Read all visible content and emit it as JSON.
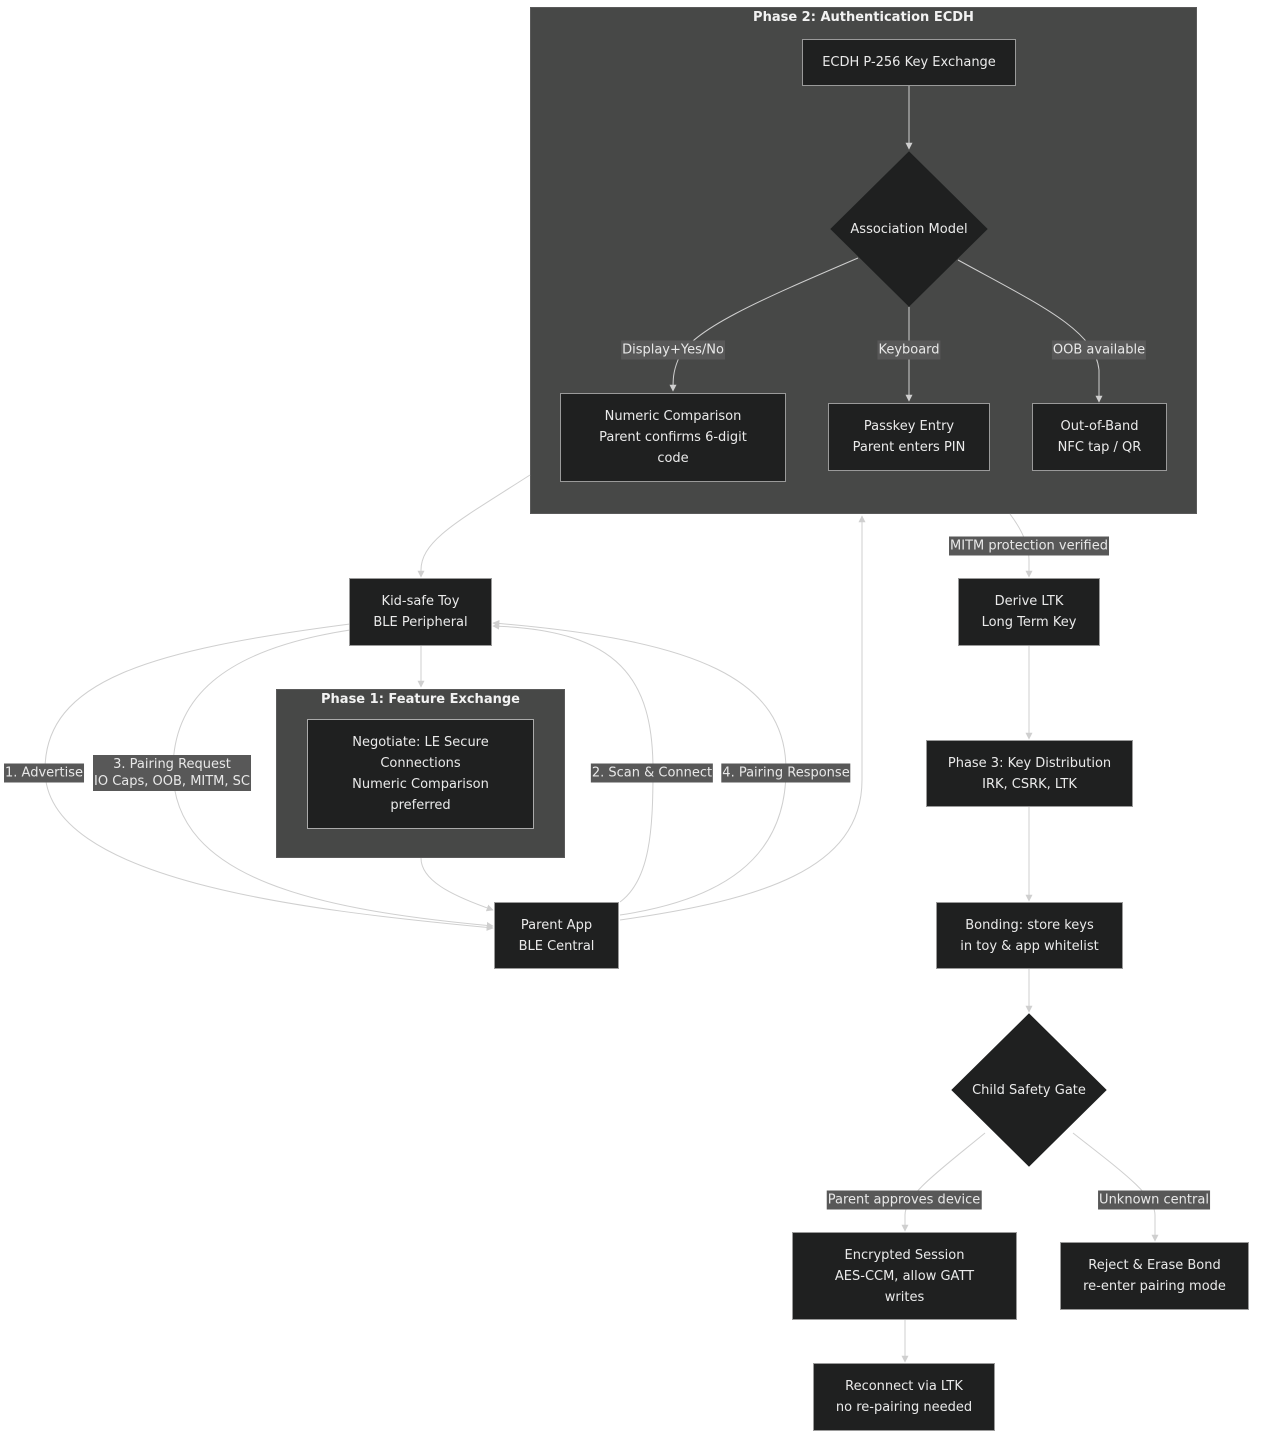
{
  "diagram": {
    "clusters": {
      "phase2": {
        "title": "Phase 2: Authentication ECDH"
      },
      "phase1": {
        "title": "Phase 1: Feature Exchange"
      }
    },
    "nodes": {
      "ecdh": {
        "lines": [
          "ECDH P-256 Key Exchange"
        ]
      },
      "assoc": {
        "lines": [
          "Association Model"
        ]
      },
      "numeric": {
        "lines": [
          "Numeric Comparison",
          "Parent confirms 6-digit",
          "code"
        ]
      },
      "passkey": {
        "lines": [
          "Passkey Entry",
          "Parent enters PIN"
        ]
      },
      "oob": {
        "lines": [
          "Out-of-Band",
          "NFC tap / QR"
        ]
      },
      "toy": {
        "lines": [
          "Kid-safe Toy",
          "BLE Peripheral"
        ]
      },
      "negotiate": {
        "lines": [
          "Negotiate: LE Secure",
          "Connections",
          "Numeric Comparison",
          "preferred"
        ]
      },
      "parent": {
        "lines": [
          "Parent App",
          "BLE Central"
        ]
      },
      "ltk": {
        "lines": [
          "Derive LTK",
          "Long Term Key"
        ]
      },
      "phase3": {
        "lines": [
          "Phase 3: Key Distribution",
          "IRK, CSRK, LTK"
        ]
      },
      "bonding": {
        "lines": [
          "Bonding: store keys",
          "in toy & app whitelist"
        ]
      },
      "gate": {
        "lines": [
          "Child Safety Gate"
        ]
      },
      "session": {
        "lines": [
          "Encrypted Session",
          "AES-CCM, allow GATT",
          "writes"
        ]
      },
      "reject": {
        "lines": [
          "Reject & Erase Bond",
          "re-enter pairing mode"
        ]
      },
      "reconnect": {
        "lines": [
          "Reconnect via LTK",
          "no re-pairing needed"
        ]
      }
    },
    "edge_labels": {
      "display_yes_no": {
        "lines": [
          "Display+Yes/No"
        ]
      },
      "keyboard": {
        "lines": [
          "Keyboard"
        ]
      },
      "oob_available": {
        "lines": [
          "OOB available"
        ]
      },
      "mitm": {
        "lines": [
          "MITM protection verified"
        ]
      },
      "advertise": {
        "lines": [
          "1. Advertise"
        ]
      },
      "pairing_request": {
        "lines": [
          "3. Pairing Request",
          "IO Caps, OOB, MITM, SC"
        ]
      },
      "scan_connect": {
        "lines": [
          "2. Scan & Connect"
        ]
      },
      "pairing_response": {
        "lines": [
          "4. Pairing Response"
        ]
      },
      "parent_approves": {
        "lines": [
          "Parent approves device"
        ]
      },
      "unknown_central": {
        "lines": [
          "Unknown central"
        ]
      }
    }
  },
  "colors": {
    "cluster_fill": "#474847",
    "node_fill": "#1f2020",
    "node_border": "#9a9a9a",
    "edge": "#cfcfcf",
    "edge_label_bg": "#585858",
    "text": "#eaeaea",
    "background": "#ffffff"
  }
}
